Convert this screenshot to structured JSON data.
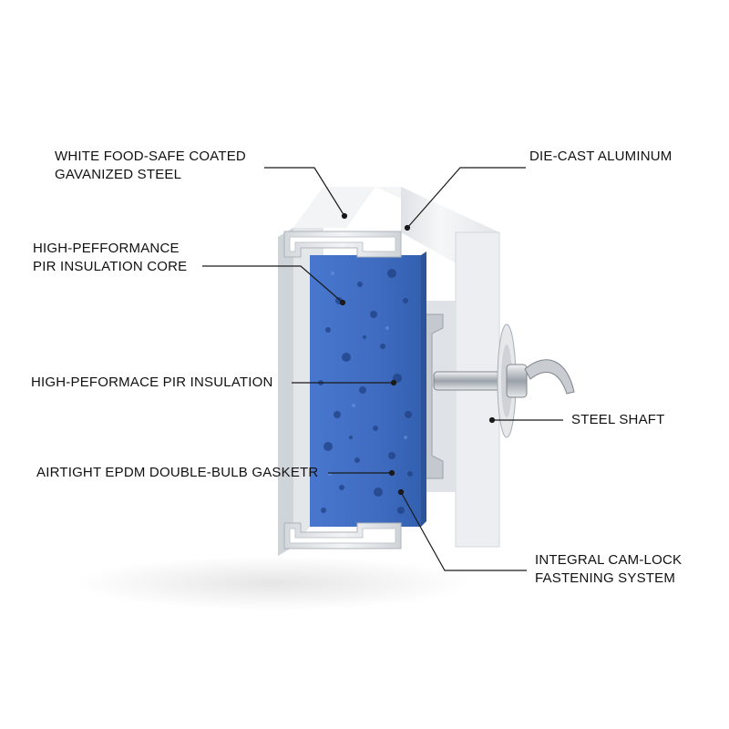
{
  "labels": {
    "steel_coating": {
      "line1": "WHITE FOOD-SAFE COATED",
      "line2": "GAVANIZED STEEL"
    },
    "aluminum": {
      "line1": "DIE-CAST ALUMINUM"
    },
    "insulation_core": {
      "line1": "HIGH-PEFFORMANCE",
      "line2": "PIR INSULATION CORE"
    },
    "insulation": {
      "line1": "HIGH-PEFORMACE PIR INSULATION"
    },
    "steel_shaft": {
      "line1": "STEEL SHAFT"
    },
    "gasket": {
      "line1": "AIRTIGHT EPDM DOUBLE-BULB GASKETR"
    },
    "camlock": {
      "line1": "INTEGRAL CAM-LOCK",
      "line2": "FASTENING SYSTEM"
    }
  },
  "colors": {
    "insulation_blue": "#3f6fc4",
    "steel": "#e9ecef",
    "aluminum": "#eef0f2",
    "leader": "#1a1a1a"
  }
}
